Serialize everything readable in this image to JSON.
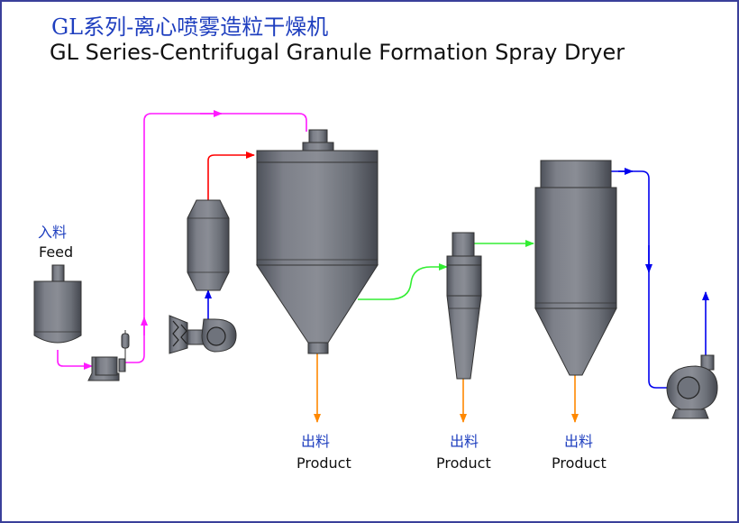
{
  "title": {
    "chinese": "GL系列-离心喷雾造粒干燥机",
    "english": "GL Series-Centrifugal Granule Formation Spray Dryer"
  },
  "labels": {
    "feed": {
      "chinese": "入料",
      "english": "Feed"
    },
    "product_main": {
      "chinese": "出料",
      "english": "Product"
    },
    "product_cyclone": {
      "chinese": "出料",
      "english": "Product"
    },
    "product_bag": {
      "chinese": "出料",
      "english": "Product"
    }
  },
  "colors": {
    "feed_line": "#ff1aff",
    "hot_air_line": "#ff0000",
    "gas_line": "#33ee33",
    "air_line": "#0000ee",
    "product_line": "#ff8800",
    "equipment": "#6f737c",
    "frame_border": "#3a3f9a"
  }
}
